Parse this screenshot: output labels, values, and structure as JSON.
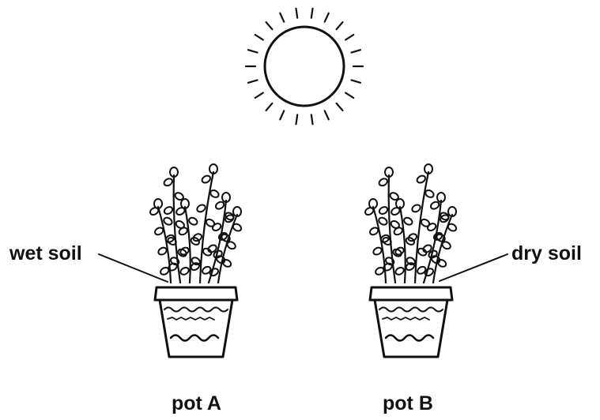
{
  "diagram": {
    "labels": {
      "wet_soil": "wet soil",
      "dry_soil": "dry soil",
      "pot_a": "pot A",
      "pot_b": "pot B"
    },
    "elements": {
      "sun": "sun-icon",
      "plant_a": "plant-icon",
      "plant_b": "plant-icon",
      "pot_a": "flower-pot-icon",
      "pot_b": "flower-pot-icon"
    },
    "colors": {
      "ink": "#111111",
      "background": "#ffffff"
    }
  }
}
